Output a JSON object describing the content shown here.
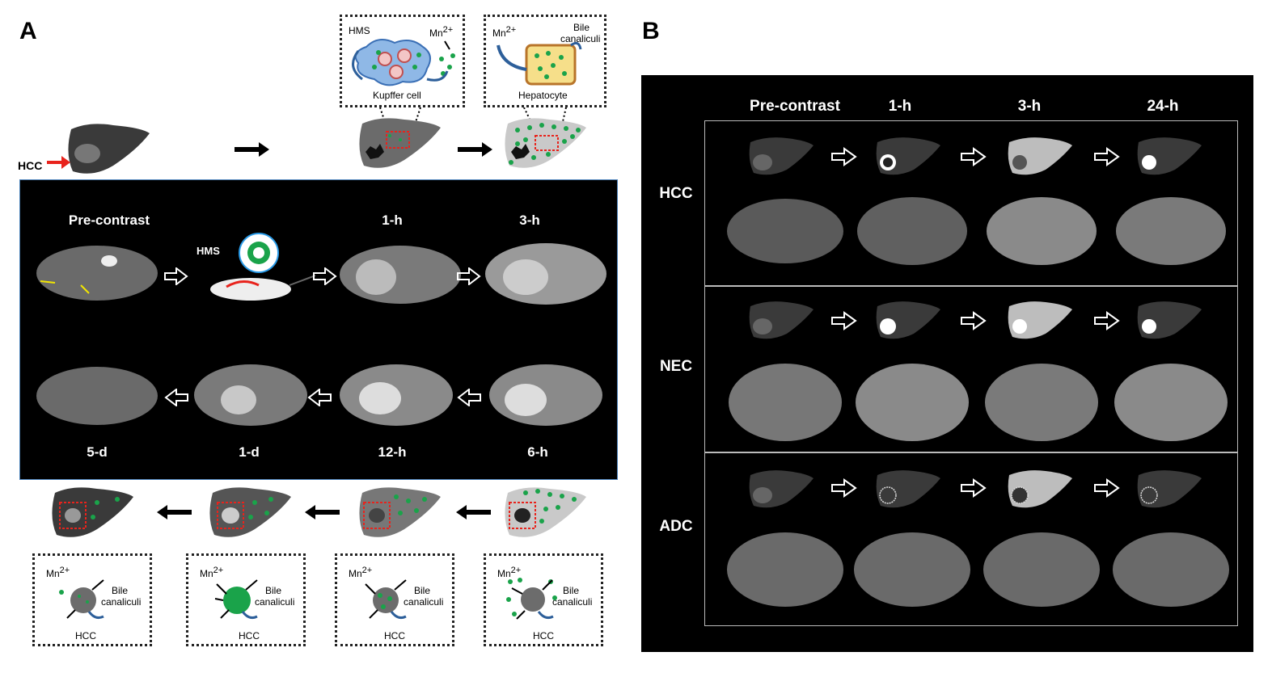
{
  "panel_a": {
    "letter": "A",
    "hcc_label": "HCC",
    "kupffer_box": {
      "hms": "HMS",
      "mn": "Mn",
      "mn_sup": "2+",
      "caption": "Kupffer cell"
    },
    "hepatocyte_box": {
      "mn": "Mn",
      "mn_sup": "2+",
      "bile": "Bile",
      "canaliculi": "canaliculi",
      "caption": "Hepatocyte"
    },
    "top_row_labels": [
      "Pre-contrast",
      "1-h",
      "3-h"
    ],
    "hms_label": "HMS",
    "bottom_row_labels": [
      "5-d",
      "1-d",
      "12-h",
      "6-h"
    ],
    "detail_boxes": [
      {
        "mn": "Mn",
        "mn_sup": "2+",
        "bile": "Bile",
        "canaliculi": "canaliculi",
        "caption": "HCC"
      },
      {
        "mn": "Mn",
        "mn_sup": "2+",
        "bile": "Bile",
        "canaliculi": "canaliculi",
        "caption": "HCC"
      },
      {
        "mn": "Mn",
        "mn_sup": "2+",
        "bile": "Bile",
        "canaliculi": "canaliculi",
        "caption": "HCC"
      },
      {
        "mn": "Mn",
        "mn_sup": "2+",
        "bile": "Bile",
        "canaliculi": "canaliculi",
        "caption": "HCC"
      }
    ]
  },
  "panel_b": {
    "letter": "B",
    "columns": [
      "Pre-contrast",
      "1-h",
      "3-h",
      "24-h"
    ],
    "rows": [
      "HCC",
      "NEC",
      "ADC"
    ]
  },
  "colors": {
    "green": "#1aa34a",
    "arrow_yellow": "#f2e600",
    "red": "#e8231c",
    "liver_dark": "#3a3a3a",
    "liver_grey": "#6b6b6b",
    "liver_light": "#c9c9c9"
  }
}
